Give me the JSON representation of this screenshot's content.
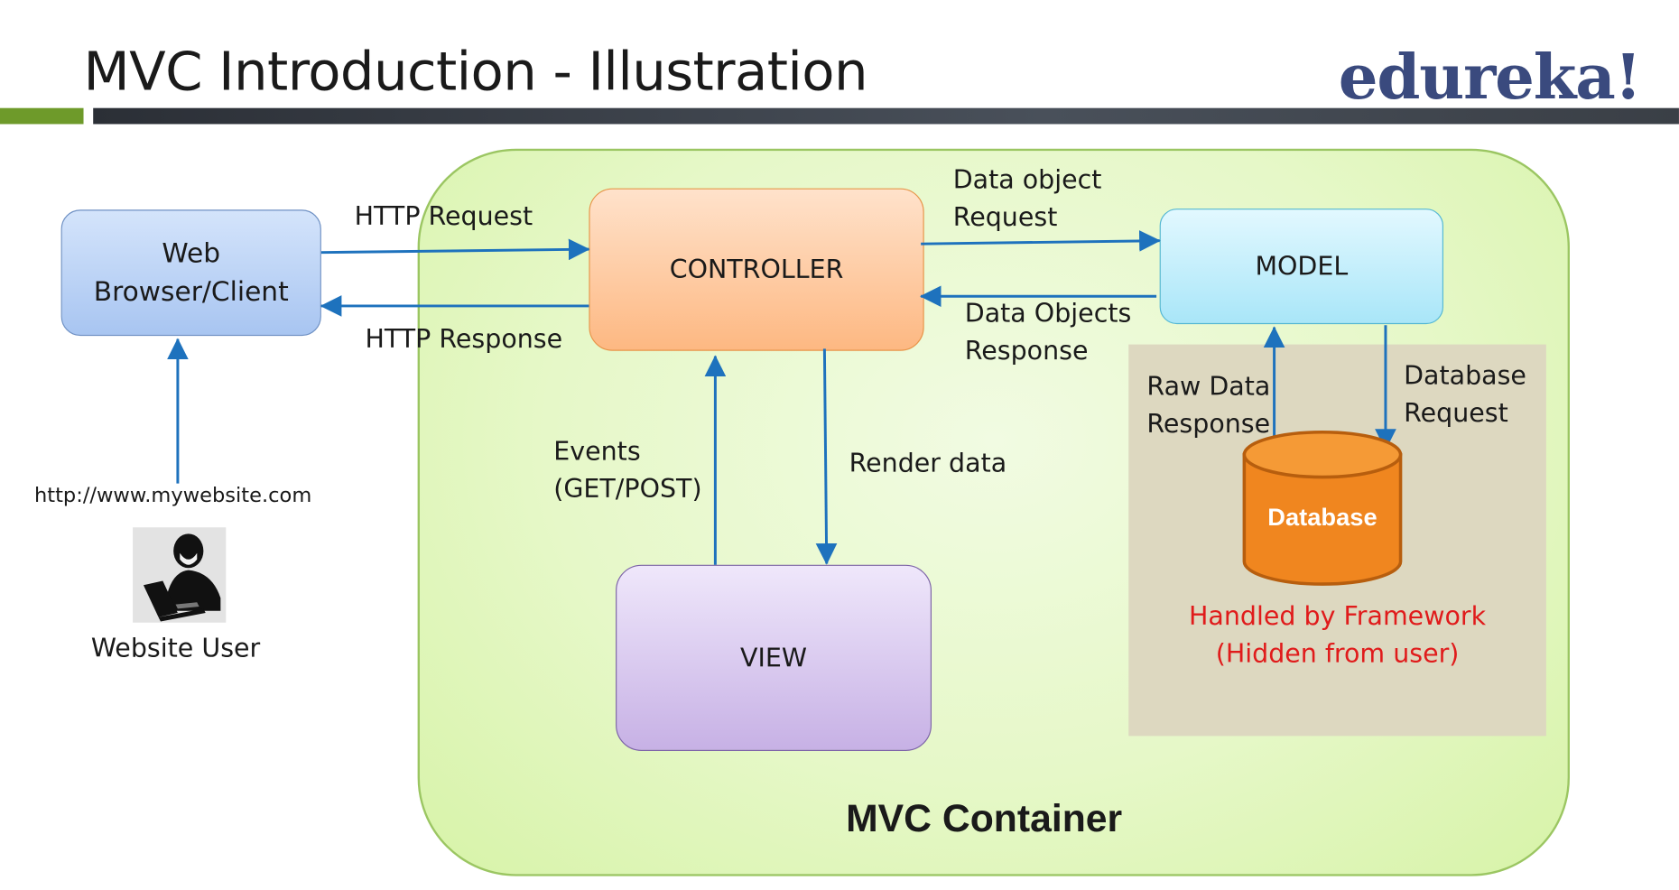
{
  "slide": {
    "title": "MVC Introduction - Illustration",
    "logo": "edureka!"
  },
  "nodes": {
    "browser": [
      "Web",
      "Browser/Client"
    ],
    "controller": "CONTROLLER",
    "model": "MODEL",
    "view": "VIEW",
    "database": "Database"
  },
  "edges": {
    "http_request": "HTTP Request",
    "http_response": "HTTP Response",
    "data_object_request": [
      "Data object",
      "Request"
    ],
    "data_objects_response": [
      "Data Objects",
      "Response"
    ],
    "raw_data_response": [
      "Raw Data",
      "Response"
    ],
    "database_request": [
      "Database",
      "Request"
    ],
    "events": [
      "Events",
      "(GET/POST)"
    ],
    "render_data": "Render data"
  },
  "user": {
    "url": "http://www.mywebsite.com",
    "label": "Website User"
  },
  "framework_note": [
    "Handled by Framework",
    "(Hidden from user)"
  ],
  "container_label": "MVC Container",
  "colors": {
    "arrow": "#1e72bd",
    "container_fill": "#e6f8c8",
    "controller_fill": "#fdb882",
    "model_fill": "#a9e6f8",
    "view_fill": "#c7b1e5",
    "browser_fill": "#a8c5f1",
    "database_fill": "#f0861f",
    "hidden_area": "#ddd8c0",
    "note_text": "#e01b1b",
    "logo": "#3a4a7e"
  },
  "icons": {
    "user": "user-laptop-icon"
  }
}
